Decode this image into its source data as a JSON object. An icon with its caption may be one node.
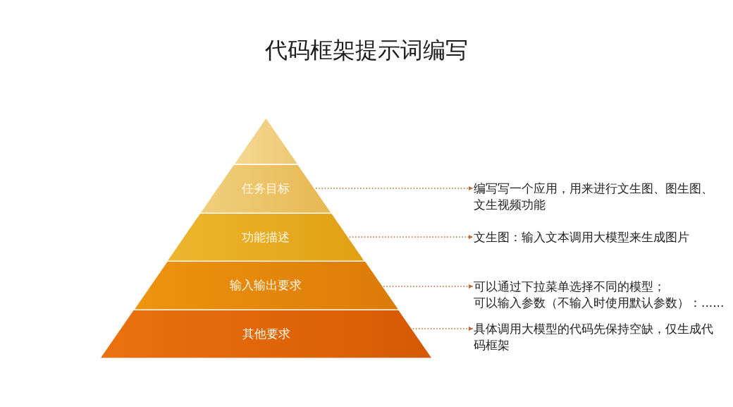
{
  "diagram": {
    "title": "代码框架提示词编写",
    "nodes": [
      {
        "text": [],
        "shape": "triangle"
      },
      {
        "text": [
          "任务目标"
        ]
      },
      {
        "text": [
          "功能描述"
        ]
      },
      {
        "text": [
          "输入输出要求"
        ]
      },
      {
        "text": [
          "其他要求"
        ]
      },
      {
        "text": [
          "编写写一个应用，用来进行文生图、图生图、文生视频功能"
        ]
      },
      {
        "text": [
          "文生图：输入文本调用大模型来生成图片"
        ]
      },
      {
        "text": [
          "可以通过下拉菜单选择不同的模型；",
          "可以输入参数（不输入时使用默认参数）：......"
        ]
      },
      {
        "text": [
          "具体调用大模型的代码先保持空缺，仅生成代码框架"
        ]
      }
    ],
    "edges": [
      {
        "from": 1,
        "to": 5,
        "arrow": "to",
        "style": "dashed"
      },
      {
        "from": 2,
        "to": 6,
        "arrow": "to",
        "style": "dashed"
      },
      {
        "from": 3,
        "to": 7,
        "arrow": "to",
        "style": "dashed"
      },
      {
        "from": 4,
        "to": 8,
        "arrow": "to",
        "style": "dashed"
      }
    ]
  }
}
